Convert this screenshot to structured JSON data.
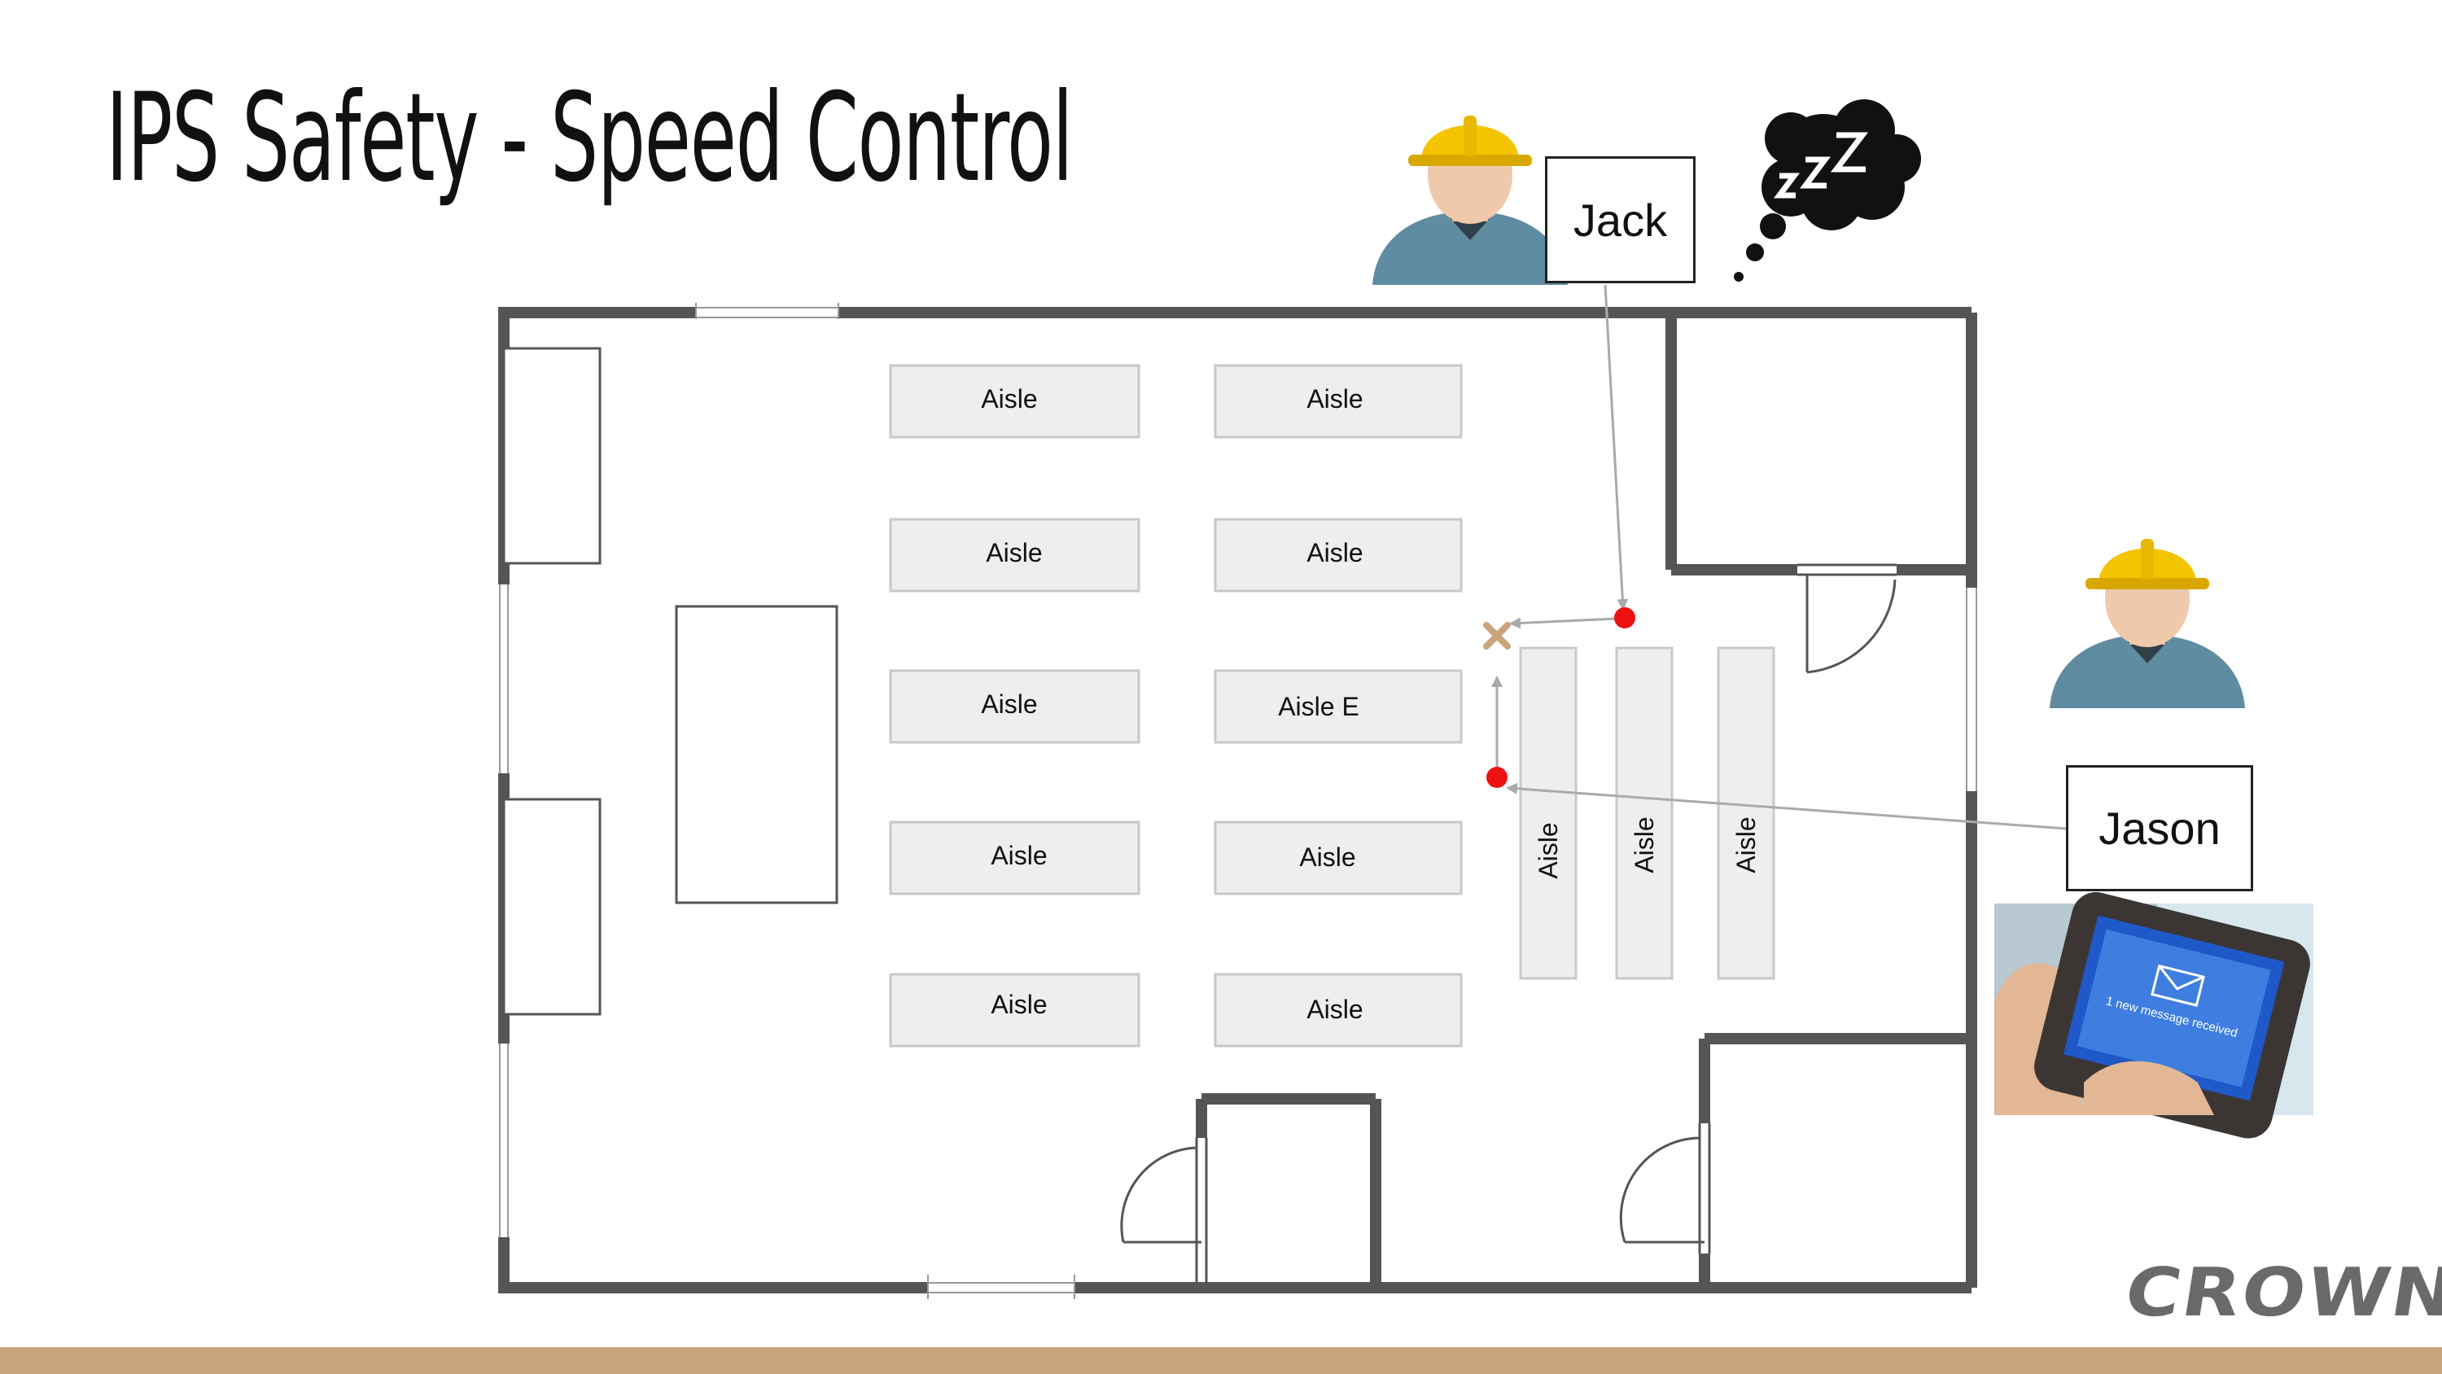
{
  "slide": {
    "title": "IPS Safety - Speed Control"
  },
  "people": {
    "jack": {
      "name": "Jack"
    },
    "jason": {
      "name": "Jason"
    }
  },
  "phone": {
    "message": "1 new message received"
  },
  "aisles": {
    "left_column": [
      "Aisle",
      "Aisle",
      "Aisle",
      "Aisle",
      "Aisle"
    ],
    "middle_column": [
      "Aisle",
      "Aisle",
      "Aisle E",
      "Aisle",
      "Aisle"
    ],
    "vertical": [
      "Aisle",
      "Aisle",
      "Aisle"
    ]
  },
  "logo": {
    "text": "CROWN"
  },
  "colors": {
    "wall": "#555555",
    "aisle_fill": "#eeeeee",
    "marker": "#ee1111",
    "blocked_x": "#c9a47a",
    "bottom_bar": "#c9a47a",
    "helmet": "#f5c400",
    "shirt": "#5f8ca0"
  },
  "icons": [
    "worker-icon",
    "sleep-bubble-icon",
    "phone-photo",
    "crown-logo"
  ]
}
